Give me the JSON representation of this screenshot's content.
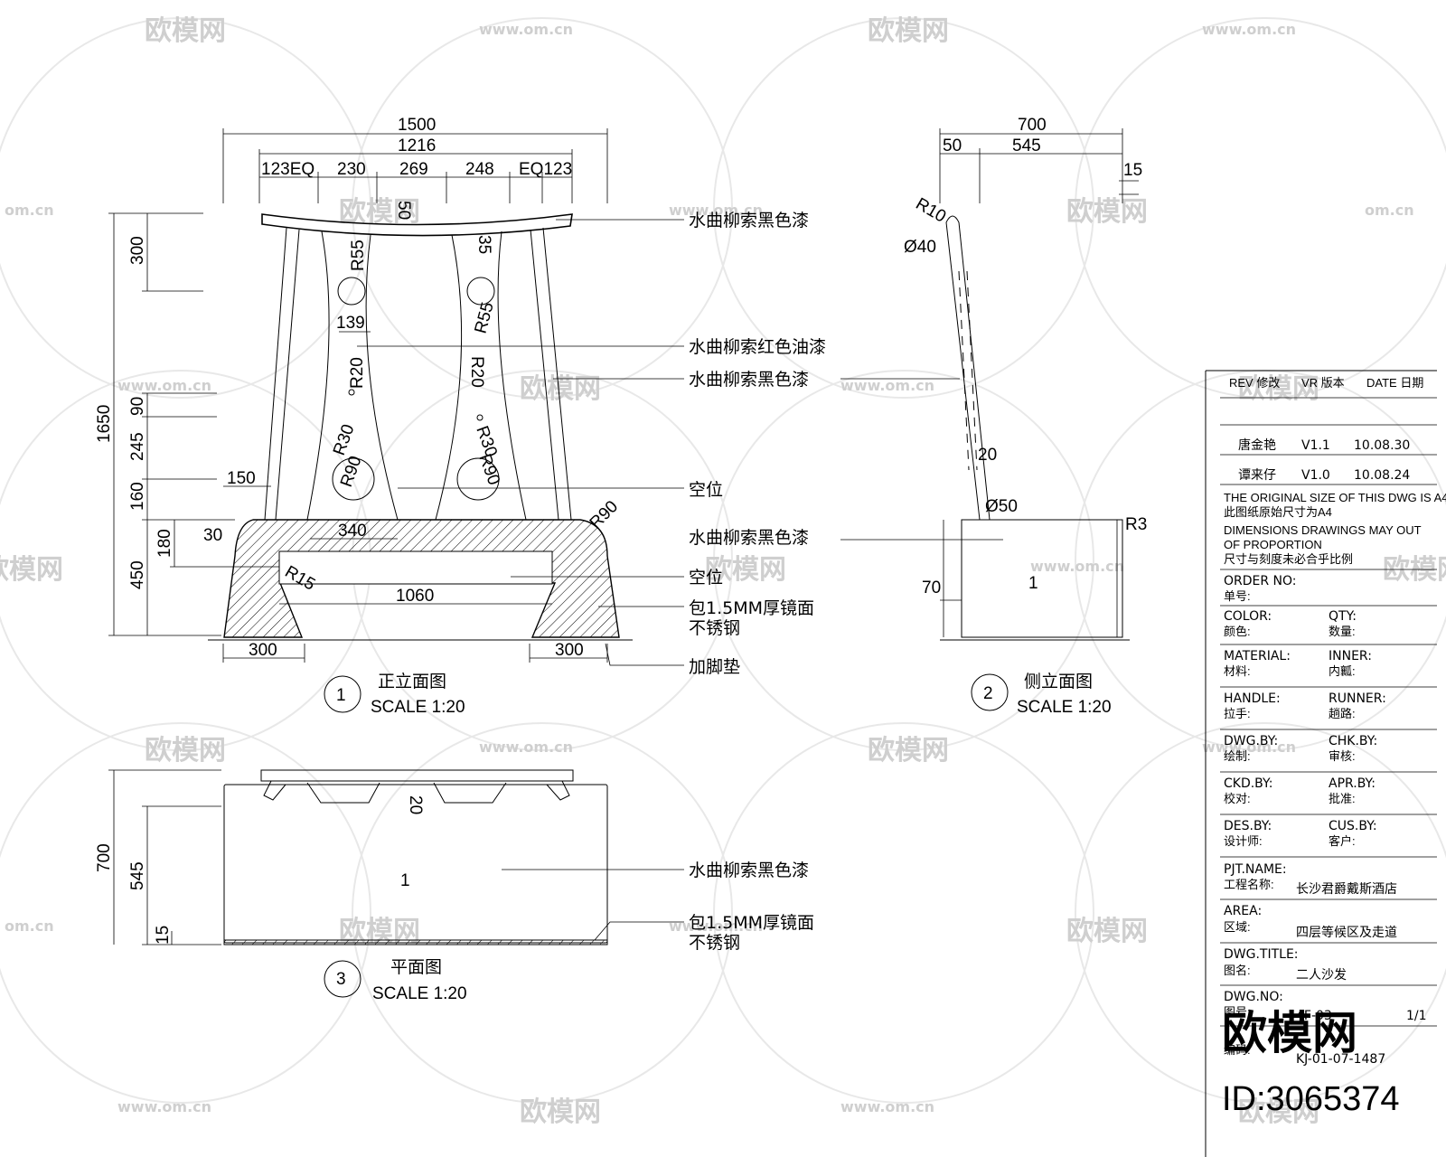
{
  "watermark": {
    "logo": "欧模网",
    "url": "www.om.cn",
    "short": "om.cn"
  },
  "brand": {
    "logo": "欧模网",
    "id": "ID:3065374"
  },
  "views": {
    "front": {
      "number": "1",
      "title": "正立面图",
      "scale": "SCALE 1:20"
    },
    "side": {
      "number": "2",
      "title": "侧立面图",
      "scale": "SCALE 1:20"
    },
    "plan": {
      "number": "3",
      "title": "平面图",
      "scale": "SCALE 1:20"
    }
  },
  "front_dims": {
    "overall_width": "1500",
    "inner_width": "1216",
    "seg_1": "123EQ",
    "seg_2": "230",
    "seg_3": "269",
    "seg_4": "248",
    "seg_5": "EQ123",
    "height_total": "1650",
    "h_300": "300",
    "h_90": "90",
    "h_245": "245",
    "h_160": "160",
    "h_180": "180",
    "h_450": "450",
    "w_150": "150",
    "w_30": "30",
    "w_340": "340",
    "w_1060": "1060",
    "foot_left": "300",
    "foot_right": "300",
    "w_139": "139",
    "top_50": "50",
    "r55a": "R55",
    "r55b": "R55",
    "r35": "35",
    "r20a": "R20",
    "r20b": "R20",
    "r30a": "R30",
    "r30b": "R30",
    "r90a": "R90",
    "r90b": "R90",
    "r90c": "R90",
    "r15": "R15"
  },
  "front_notes": {
    "n1": "水曲柳索黑色漆",
    "n2": "水曲柳索红色油漆",
    "n3": "水曲柳索黑色漆",
    "n4": "空位",
    "n5": "水曲柳索黑色漆",
    "n6": "空位",
    "n7a": "包1.5MM厚镜面",
    "n7b": "不锈钢",
    "n8": "加脚垫"
  },
  "side_dims": {
    "w_700": "700",
    "w_50": "50",
    "w_545": "545",
    "w_15": "15",
    "r10": "R10",
    "d40": "Ø40",
    "d20": "20",
    "d50": "Ø50",
    "r3": "R3",
    "h_70": "70",
    "mark": "1"
  },
  "plan_dims": {
    "d_700": "700",
    "d_545": "545",
    "d_15": "15",
    "d_20": "20",
    "mark": "1"
  },
  "plan_notes": {
    "n1": "水曲柳索黑色漆",
    "n2a": "包1.5MM厚镜面",
    "n2b": "不锈钢"
  },
  "title_block": {
    "h_rev": "REV 修改",
    "h_vr": "VR 版本",
    "h_date": "DATE 日期",
    "rows": [
      {
        "rev": "唐金艳",
        "vr": "V1.1",
        "date": "10.08.30"
      },
      {
        "rev": "谭来仔",
        "vr": "V1.0",
        "date": "10.08.24"
      }
    ],
    "note1": "THE ORIGINAL SIZE OF THIS DWG IS A4",
    "note1_cn": "此图纸原始尺寸为A4",
    "note2": "DIMENSIONS DRAWINGS MAY OUT",
    "note3": "OF PROPORTION",
    "note3_cn": "尺寸与刻度未必合乎比例",
    "order_no": "ORDER NO:",
    "order_no_cn": "单号:",
    "color": "COLOR:",
    "color_cn": "颜色:",
    "qty": "QTY:",
    "qty_cn": "数量:",
    "material": "MATERIAL:",
    "material_cn": "材料:",
    "inner": "INNER:",
    "inner_cn": "内瓤:",
    "handle": "HANDLE:",
    "handle_cn": "拉手:",
    "runner": "RUNNER:",
    "runner_cn": "趟路:",
    "dwg_by": "DWG.BY:",
    "dwg_by_cn": "绘制:",
    "chk_by": "CHK.BY:",
    "chk_by_cn": "审核:",
    "ckd_by": "CKD.BY:",
    "ckd_by_cn": "校对:",
    "apr_by": "APR.BY:",
    "apr_by_cn": "批准:",
    "des_by": "DES.BY:",
    "des_by_cn": "设计师:",
    "cus_by": "CUS.BY:",
    "cus_by_cn": "客户:",
    "pjt_name": "PJT.NAME:",
    "pjt_name_cn": "工程名称:",
    "pjt_value": "长沙君爵戴斯酒店",
    "area": "AREA:",
    "area_cn": "区域:",
    "area_value": "四层等候区及走道",
    "dwg_title": "DWG.TITLE:",
    "dwg_title_cn": "图名:",
    "dwg_title_value": "二人沙发",
    "dwg_no": "DWG.NO:",
    "dwg_no_cn": "图号:",
    "dwg_no_value": "4F-03",
    "sheet": "1/1",
    "code_label": "编码:",
    "code_value": "KJ-01-07-1487"
  }
}
